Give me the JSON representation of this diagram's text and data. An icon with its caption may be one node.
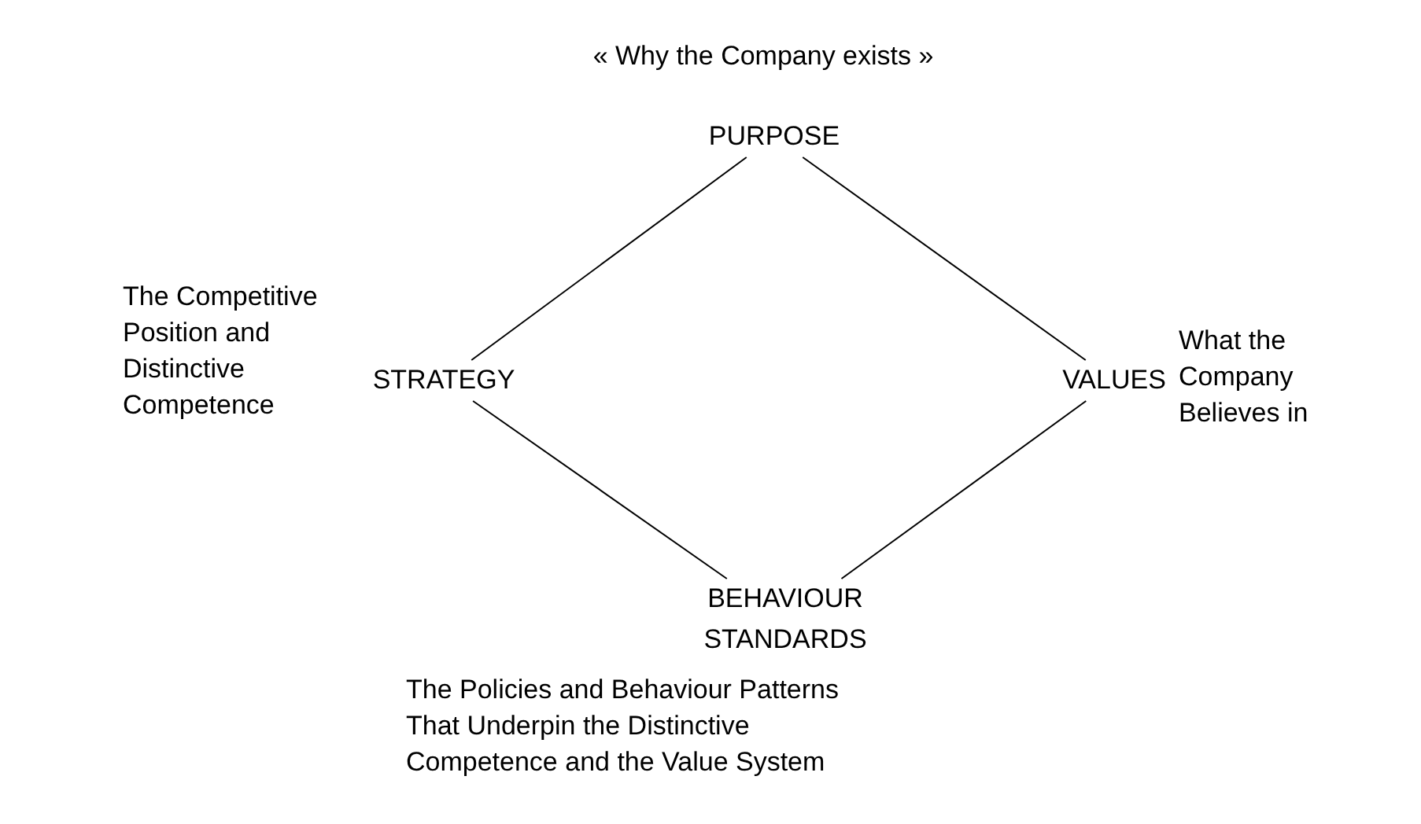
{
  "diagram": {
    "nodes": [
      {
        "text": [
          "PURPOSE"
        ],
        "beside": [
          "« Why the Company exists »"
        ]
      },
      {
        "text": [
          "STRATEGY"
        ],
        "beside": [
          "The Competitive Position and Distinctive Competence"
        ]
      },
      {
        "text": [
          "VALUES"
        ],
        "beside": [
          "What the Company Believes in"
        ]
      },
      {
        "text": [
          "BEHAVIOUR STANDARDS"
        ],
        "beside": [
          "The Policies and Behaviour Patterns That Underpin the Distinctive Competence and the Value System"
        ]
      }
    ],
    "edges": [
      {
        "from": 0,
        "to": 1,
        "arrow": "none"
      },
      {
        "from": 0,
        "to": 2,
        "arrow": "none"
      },
      {
        "from": 1,
        "to": 3,
        "arrow": "none"
      },
      {
        "from": 2,
        "to": 3,
        "arrow": "none"
      }
    ]
  }
}
